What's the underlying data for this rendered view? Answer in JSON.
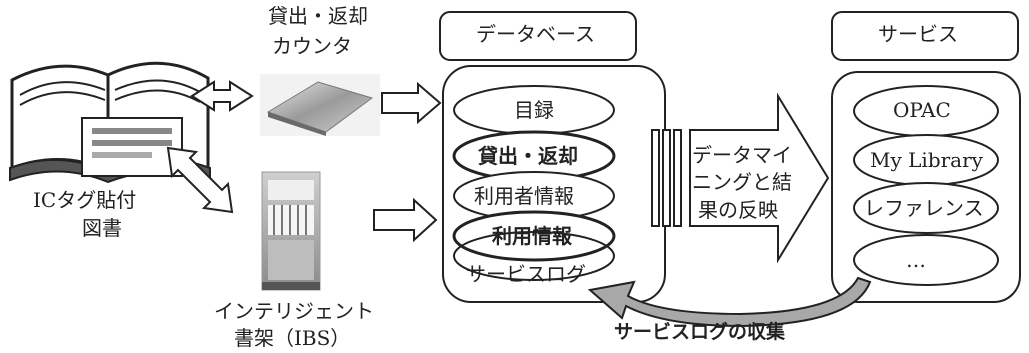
{
  "figure_items": {
    "book": {
      "label_line1": "ICタグ貼付",
      "label_line2": "図書"
    },
    "counter": {
      "label_line1": "貸出・返却",
      "label_line2": "カウンタ"
    },
    "shelf": {
      "label_line1": "インテリジェント",
      "label_line2": "書架（IBS）"
    },
    "database": {
      "title": "データベース",
      "items": [
        "目録",
        "貸出・返却",
        "利用者情報",
        "利用情報",
        "サービスログ"
      ]
    },
    "mining": {
      "line1": "データマイ",
      "line2": "ニングと結",
      "line3": "果の反映"
    },
    "services": {
      "title": "サービス",
      "items": [
        "OPAC",
        "My Library",
        "レファレンス",
        "…"
      ]
    },
    "feedback_label": "サービスログの収集"
  },
  "colors": {
    "stroke": "#222222",
    "feedback_arrow": "#a8a8a8"
  }
}
